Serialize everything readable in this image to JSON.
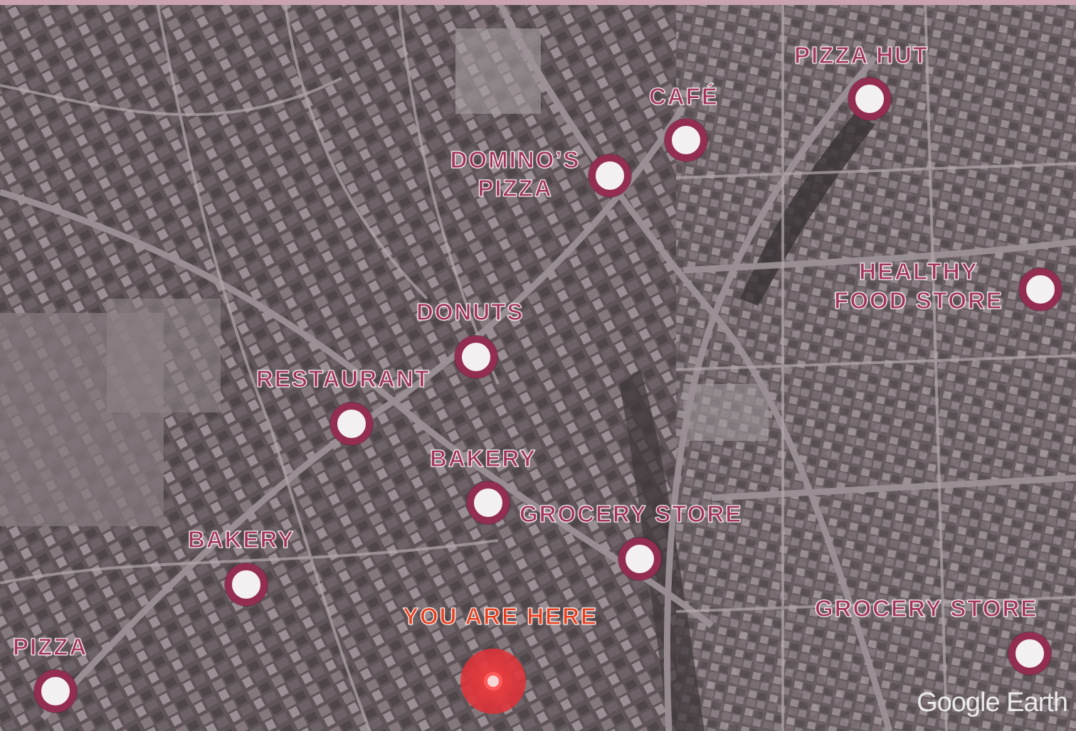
{
  "map": {
    "colors": {
      "pin_ring": "#932d52",
      "pin_center": "#f3f0f1",
      "label": "#a3355c",
      "you_are_here": "#e8401f",
      "top_bar": "#c9a3b0"
    },
    "watermark": "Google Earth",
    "you_are_here": {
      "label": "YOU ARE HERE"
    },
    "places": [
      {
        "id": "pizza-hut",
        "label": "PIZZA HUT"
      },
      {
        "id": "cafe",
        "label": "CAFÉ"
      },
      {
        "id": "dominos",
        "label_line1": "DOMINO’S",
        "label_line2": "PIZZA"
      },
      {
        "id": "healthy",
        "label_line1": "HEALTHY",
        "label_line2": "FOOD STORE"
      },
      {
        "id": "donuts",
        "label": "DONUTS"
      },
      {
        "id": "restaurant",
        "label": "RESTAURANT"
      },
      {
        "id": "bakery-center",
        "label": "BAKERY"
      },
      {
        "id": "grocery-center",
        "label": "GROCERY STORE"
      },
      {
        "id": "bakery-left",
        "label": "BAKERY"
      },
      {
        "id": "grocery-right",
        "label": "GROCERY STORE"
      },
      {
        "id": "pizza-left",
        "label": "PIZZA"
      }
    ]
  }
}
